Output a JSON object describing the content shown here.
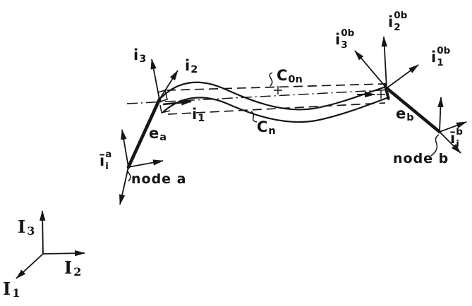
{
  "figure": {
    "background": "#ffffff",
    "ink": "#161616"
  },
  "labels": {
    "i3": {
      "main": "i",
      "sub": "3"
    },
    "i2": {
      "main": "i",
      "sub": "2"
    },
    "i1": {
      "main": "i",
      "sub": "1"
    },
    "ea": {
      "main": "e",
      "sub": "a"
    },
    "ia_bar": {
      "main": "ī",
      "sup": "a",
      "sub": "i"
    },
    "node_a": {
      "text": "node a"
    },
    "c0n": {
      "main": "C",
      "sub": "0n"
    },
    "cn": {
      "main": "C",
      "sub": "n"
    },
    "i3_0b": {
      "main": "i",
      "sup": "0b",
      "sub": "3"
    },
    "i2_0b": {
      "main": "i",
      "sup": "0b",
      "sub": "2"
    },
    "i1_0b": {
      "main": "i",
      "sup": "0b",
      "sub": "1"
    },
    "eb": {
      "main": "e",
      "sub": "b"
    },
    "ib_bar": {
      "main": "ī",
      "sup": "b",
      "sub": "i"
    },
    "node_b": {
      "text": "node b"
    },
    "I3": {
      "main": "I",
      "sub": "3"
    },
    "I2": {
      "main": "I",
      "sub": "2"
    },
    "I1": {
      "main": "I",
      "sub": "1"
    }
  }
}
